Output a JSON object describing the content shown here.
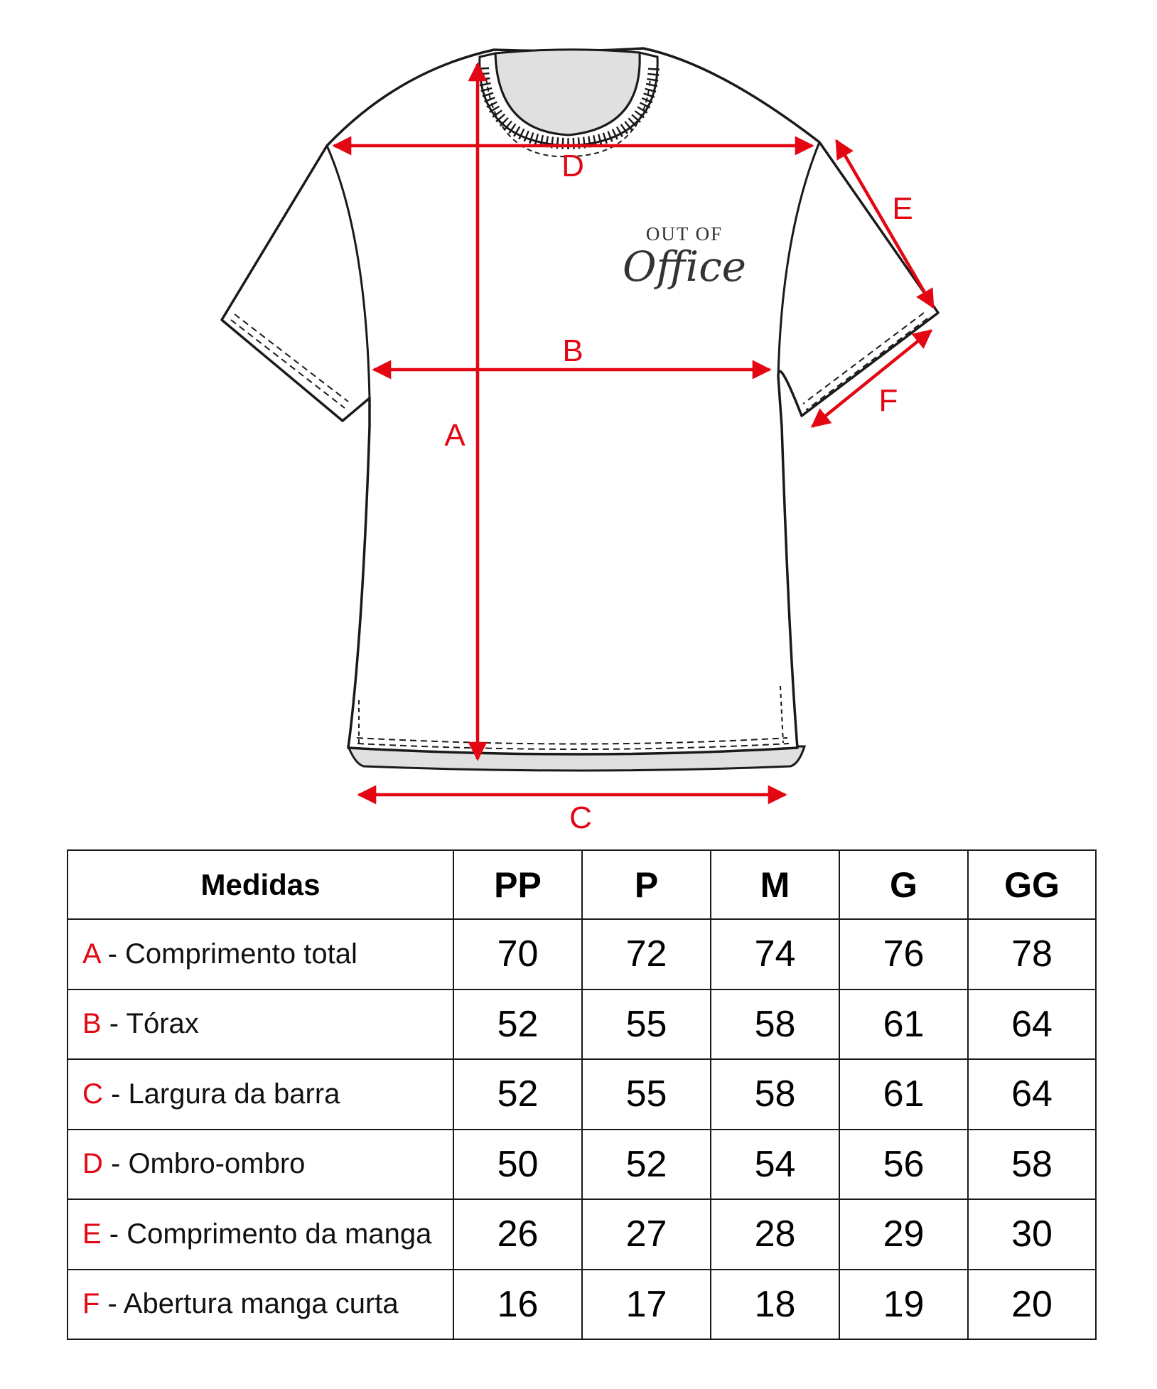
{
  "logo": {
    "top": "OUT OF",
    "script": "Office"
  },
  "dimension_labels": [
    "A",
    "B",
    "C",
    "D",
    "E",
    "F"
  ],
  "colors": {
    "measure_red": "#e30613",
    "outline": "#1a1a1a"
  },
  "table": {
    "header_label": "Medidas",
    "sizes": [
      "PP",
      "P",
      "M",
      "G",
      "GG"
    ],
    "rows": [
      {
        "letter": "A",
        "separator": " - ",
        "label": "Comprimento total",
        "values": [
          "70",
          "72",
          "74",
          "76",
          "78"
        ]
      },
      {
        "letter": "B",
        "separator": " - ",
        "label": "Tórax",
        "values": [
          "52",
          "55",
          "58",
          "61",
          "64"
        ]
      },
      {
        "letter": "C",
        "separator": " - ",
        "label": "Largura da barra",
        "values": [
          "52",
          "55",
          "58",
          "61",
          "64"
        ]
      },
      {
        "letter": "D",
        "separator": " - ",
        "label": "Ombro-ombro",
        "values": [
          "50",
          "52",
          "54",
          "56",
          "58"
        ]
      },
      {
        "letter": "E",
        "separator": " - ",
        "label": "Comprimento da manga",
        "values": [
          "26",
          "27",
          "28",
          "29",
          "30"
        ]
      },
      {
        "letter": "F",
        "separator": " - ",
        "label": "Abertura manga curta",
        "values": [
          "16",
          "17",
          "18",
          "19",
          "20"
        ]
      }
    ]
  }
}
